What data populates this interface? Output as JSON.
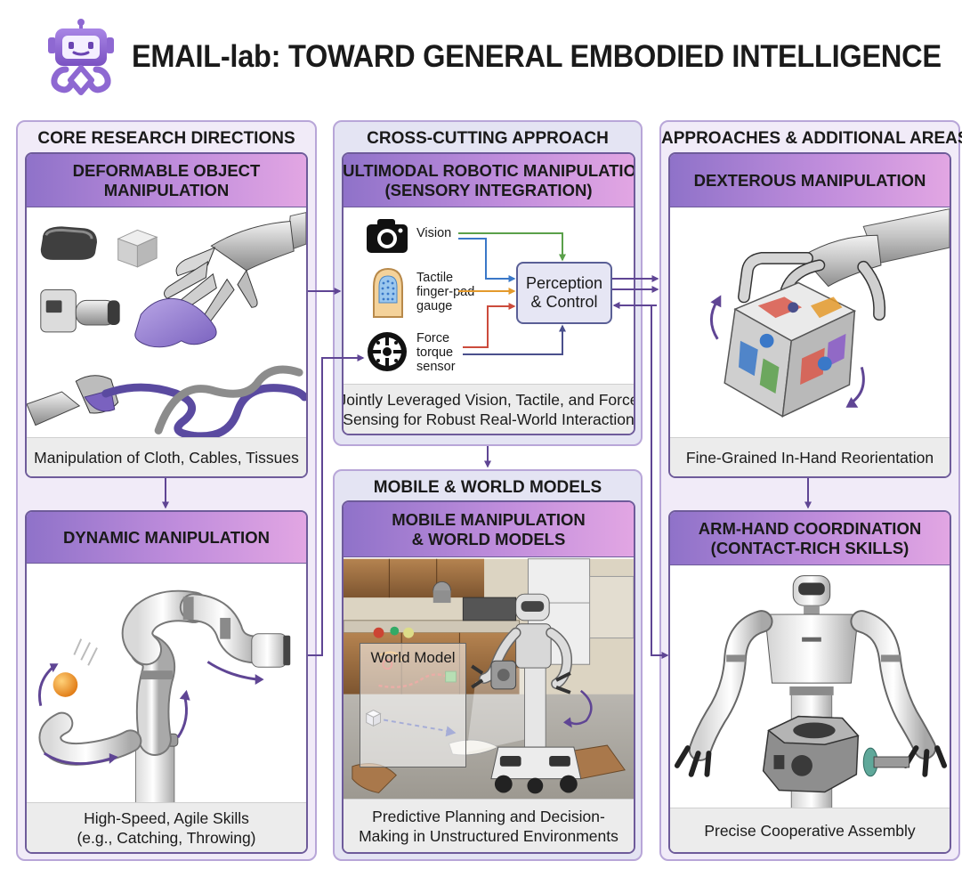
{
  "header": {
    "title": "EMAIL-lab: TOWARD GENERAL EMBODIED INTELLIGENCE",
    "logo_icon": "robot-mascot-icon"
  },
  "columns": {
    "core": {
      "heading": "CORE RESEARCH DIRECTIONS",
      "deformable": {
        "title_lines": [
          "DEFORMABLE OBJECT",
          "MANIPULATION"
        ],
        "caption_lines": [
          "Manipulation of Cloth, Cables, Tissues"
        ]
      },
      "dynamic": {
        "title_lines": [
          "DYNAMIC MANIPULATION"
        ],
        "caption_lines": [
          "High-Speed, Agile Skills",
          "(e.g., Catching, Throwing)"
        ]
      }
    },
    "cross": {
      "heading": "CROSS-CUTTING APPROACH",
      "multimodal": {
        "title_lines": [
          "MULTIMODAL ROBOTIC MANIPULATION",
          "(SENSORY INTEGRATION)"
        ],
        "caption_lines": [
          "Jointly Leveraged Vision, Tactile, and Force",
          "Sensing for Robust Real-World Interaction"
        ],
        "sensors": [
          {
            "icon": "camera-icon",
            "lines": [
              "Vision"
            ]
          },
          {
            "icon": "tactile-finger-pad-icon",
            "lines": [
              "Tactile",
              "finger-pad",
              "gauge"
            ]
          },
          {
            "icon": "force-torque-sensor-icon",
            "lines": [
              "Force",
              "torque",
              "sensor"
            ]
          }
        ],
        "hub_lines": [
          "Perception",
          "& Control"
        ]
      }
    },
    "mobile": {
      "heading": "MOBILE & WORLD MODELS",
      "card": {
        "title_lines": [
          "MOBILE MANIPULATION",
          "& WORLD MODELS"
        ],
        "world_model_label": "World Model",
        "caption_lines": [
          "Predictive Planning and Decision-",
          "Making in Unstructured Environments"
        ]
      }
    },
    "approaches": {
      "heading": "APPROACHES & ADDITIONAL AREAS",
      "dexterous": {
        "title_lines": [
          "DEXTEROUS MANIPULATION"
        ],
        "caption_lines": [
          "Fine-Grained In-Hand Reorientation"
        ]
      },
      "armhand": {
        "title_lines": [
          "ARM-HAND COORDINATION",
          "(CONTACT-RICH SKILLS)"
        ],
        "caption_lines": [
          "Precise Cooperative Assembly"
        ]
      }
    }
  },
  "colors": {
    "accent_purple": "#6c4fa8",
    "arrow_purple": "#5f4594",
    "vision_green": "#5aa04a",
    "vision_blue": "#3a78c8",
    "tactile_orange": "#e49a2c",
    "force_red": "#cc4b3c",
    "force_navy": "#4a4f8c"
  }
}
